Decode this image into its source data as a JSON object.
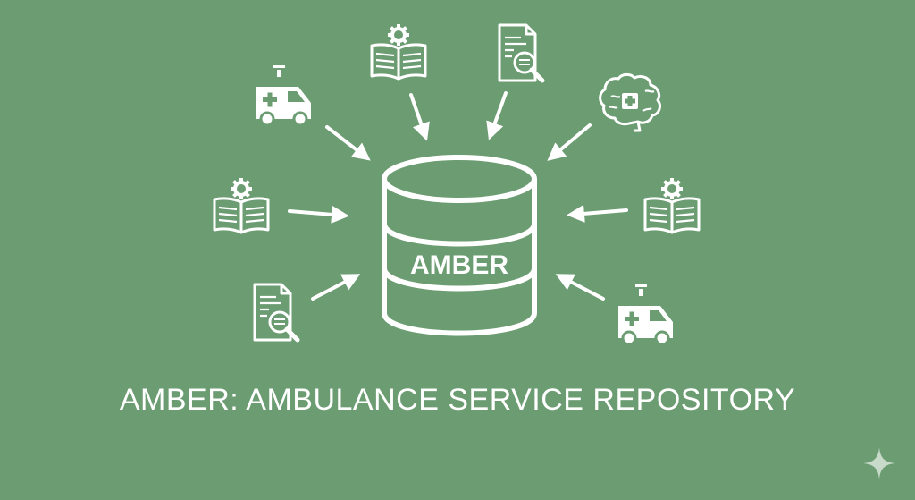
{
  "diagram": {
    "center_label": "AMBER",
    "caption": "AMBER: AMBULANCE SERVICE REPOSITORY",
    "center_node": {
      "name": "amber-database",
      "shape": "database-cylinder"
    },
    "source_nodes": [
      {
        "name": "ambulance-icon",
        "position": "top-left"
      },
      {
        "name": "book-gear-icon",
        "position": "top"
      },
      {
        "name": "document-search-icon",
        "position": "top"
      },
      {
        "name": "brain-medical-icon",
        "position": "top-right"
      },
      {
        "name": "book-gear-icon",
        "position": "left"
      },
      {
        "name": "book-gear-icon",
        "position": "right"
      },
      {
        "name": "document-search-icon",
        "position": "bottom-left"
      },
      {
        "name": "ambulance-icon",
        "position": "bottom-right"
      }
    ],
    "edge_direction": "into-center"
  },
  "colors": {
    "background": "#6b9c72",
    "foreground": "#ffffff"
  }
}
